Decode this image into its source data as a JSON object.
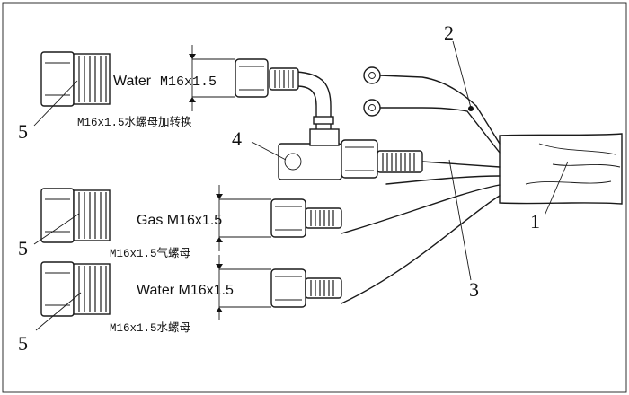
{
  "labels": {
    "water_top_word": "Water",
    "water_top_thread": "M16x1.5",
    "adapter_caption": "M16x1.5水螺母加转换",
    "gas_label": "Gas M16x1.5",
    "gas_caption": "M16x1.5气螺母",
    "water_bottom_label": "Water M16x1.5",
    "water_bottom_caption": "M16x1.5水螺母"
  },
  "callouts": {
    "c1": "1",
    "c2": "2",
    "c3": "3",
    "c4": "4",
    "c5a": "5",
    "c5b": "5",
    "c5c": "5"
  }
}
